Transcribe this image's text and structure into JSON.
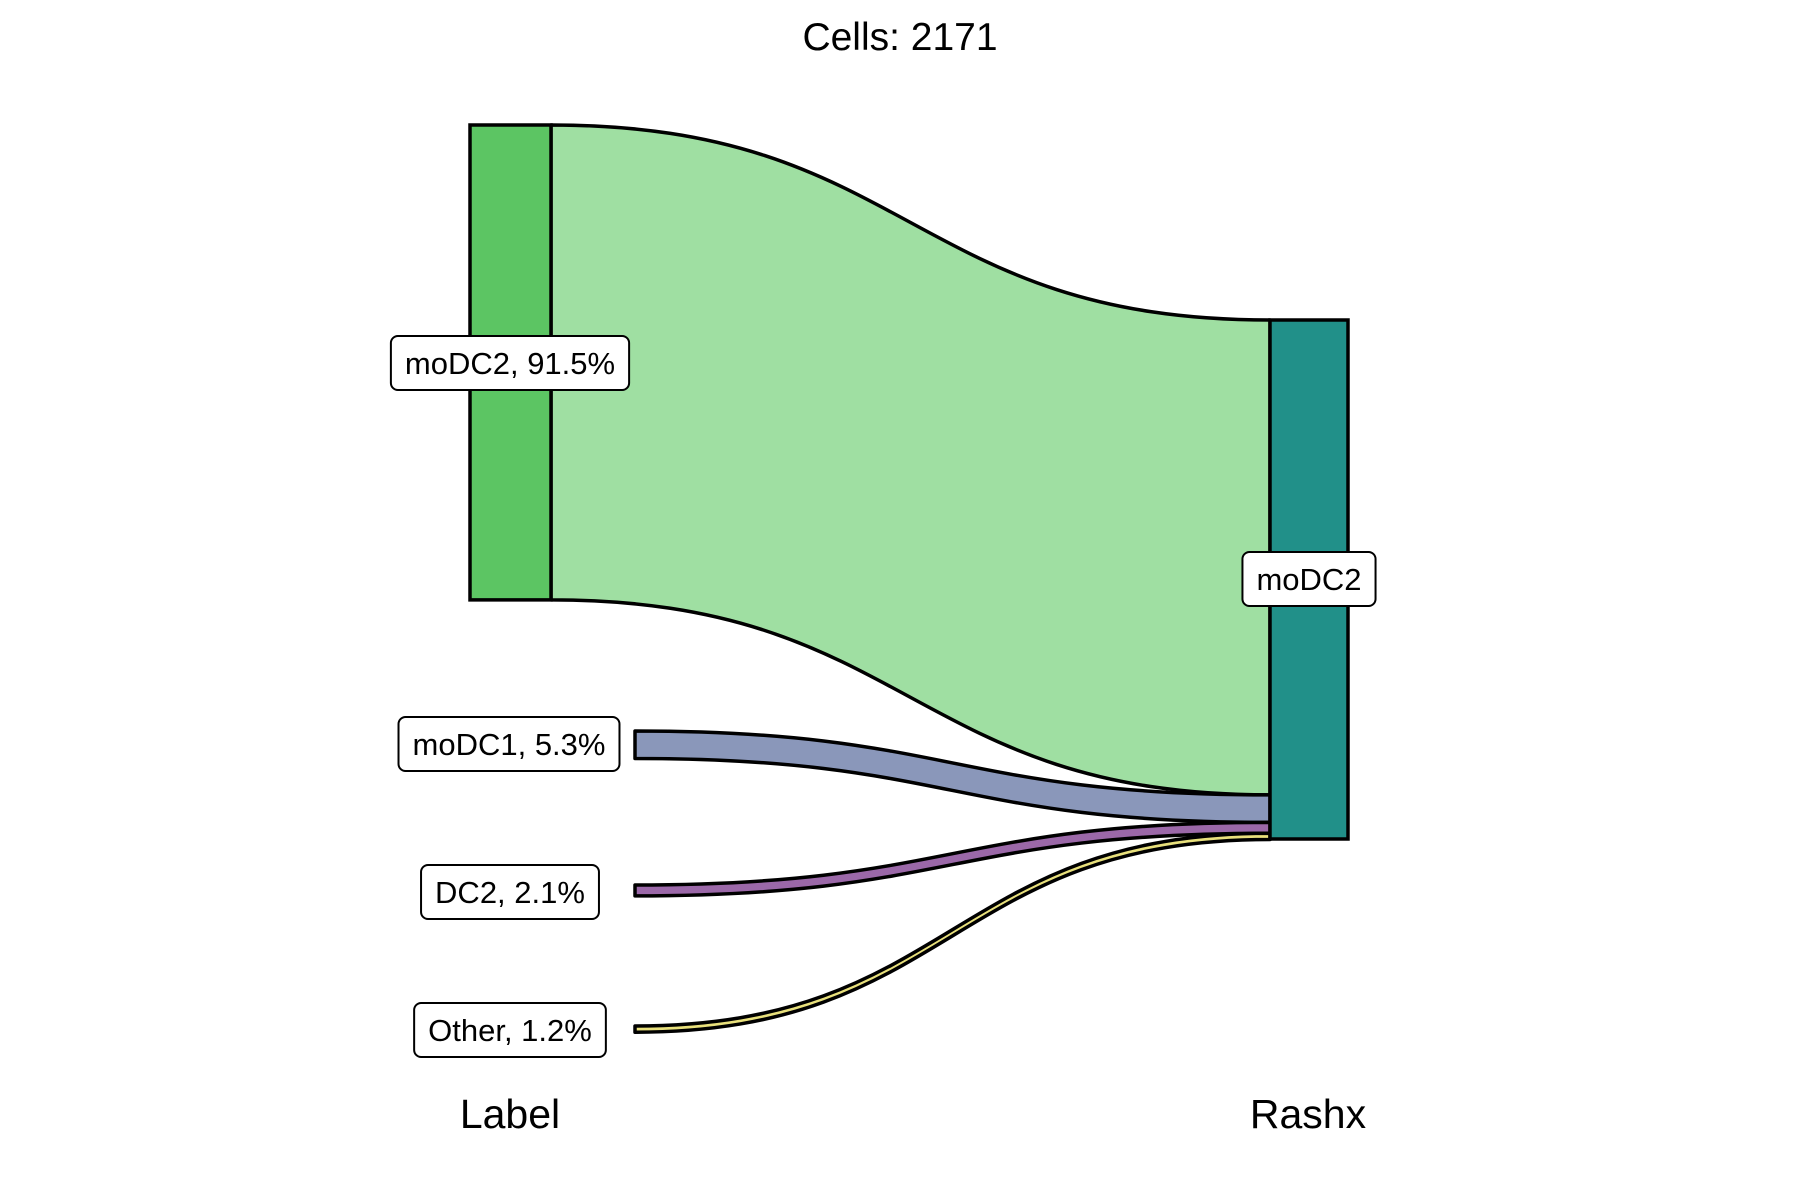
{
  "chart_data": {
    "type": "sankey",
    "title": "Cells:  2171",
    "axes": [
      {
        "label": "Label"
      },
      {
        "label": "Rashx"
      }
    ],
    "left_nodes": [
      {
        "id": "moDC2",
        "display": "moDC2, 91.5%",
        "percent": 91.5,
        "bar_color": "#5CC563",
        "flow_color": "#9FDFA2"
      },
      {
        "id": "moDC1",
        "display": "moDC1, 5.3%",
        "percent": 5.3,
        "flow_color": "#8A97BA"
      },
      {
        "id": "DC2",
        "display": "DC2, 2.1%",
        "percent": 2.1,
        "flow_color": "#9B68A8"
      },
      {
        "id": "Other",
        "display": "Other, 1.2%",
        "percent": 1.2,
        "flow_color": "#E8E07C"
      }
    ],
    "right_nodes": [
      {
        "id": "moDC2",
        "display": "moDC2",
        "percent": 100,
        "bar_color": "#219089"
      }
    ],
    "flows": [
      {
        "from": "moDC2",
        "to": "moDC2",
        "percent": 91.5
      },
      {
        "from": "moDC1",
        "to": "moDC2",
        "percent": 5.3
      },
      {
        "from": "DC2",
        "to": "moDC2",
        "percent": 2.1
      },
      {
        "from": "Other",
        "to": "moDC2",
        "percent": 1.2
      }
    ]
  }
}
